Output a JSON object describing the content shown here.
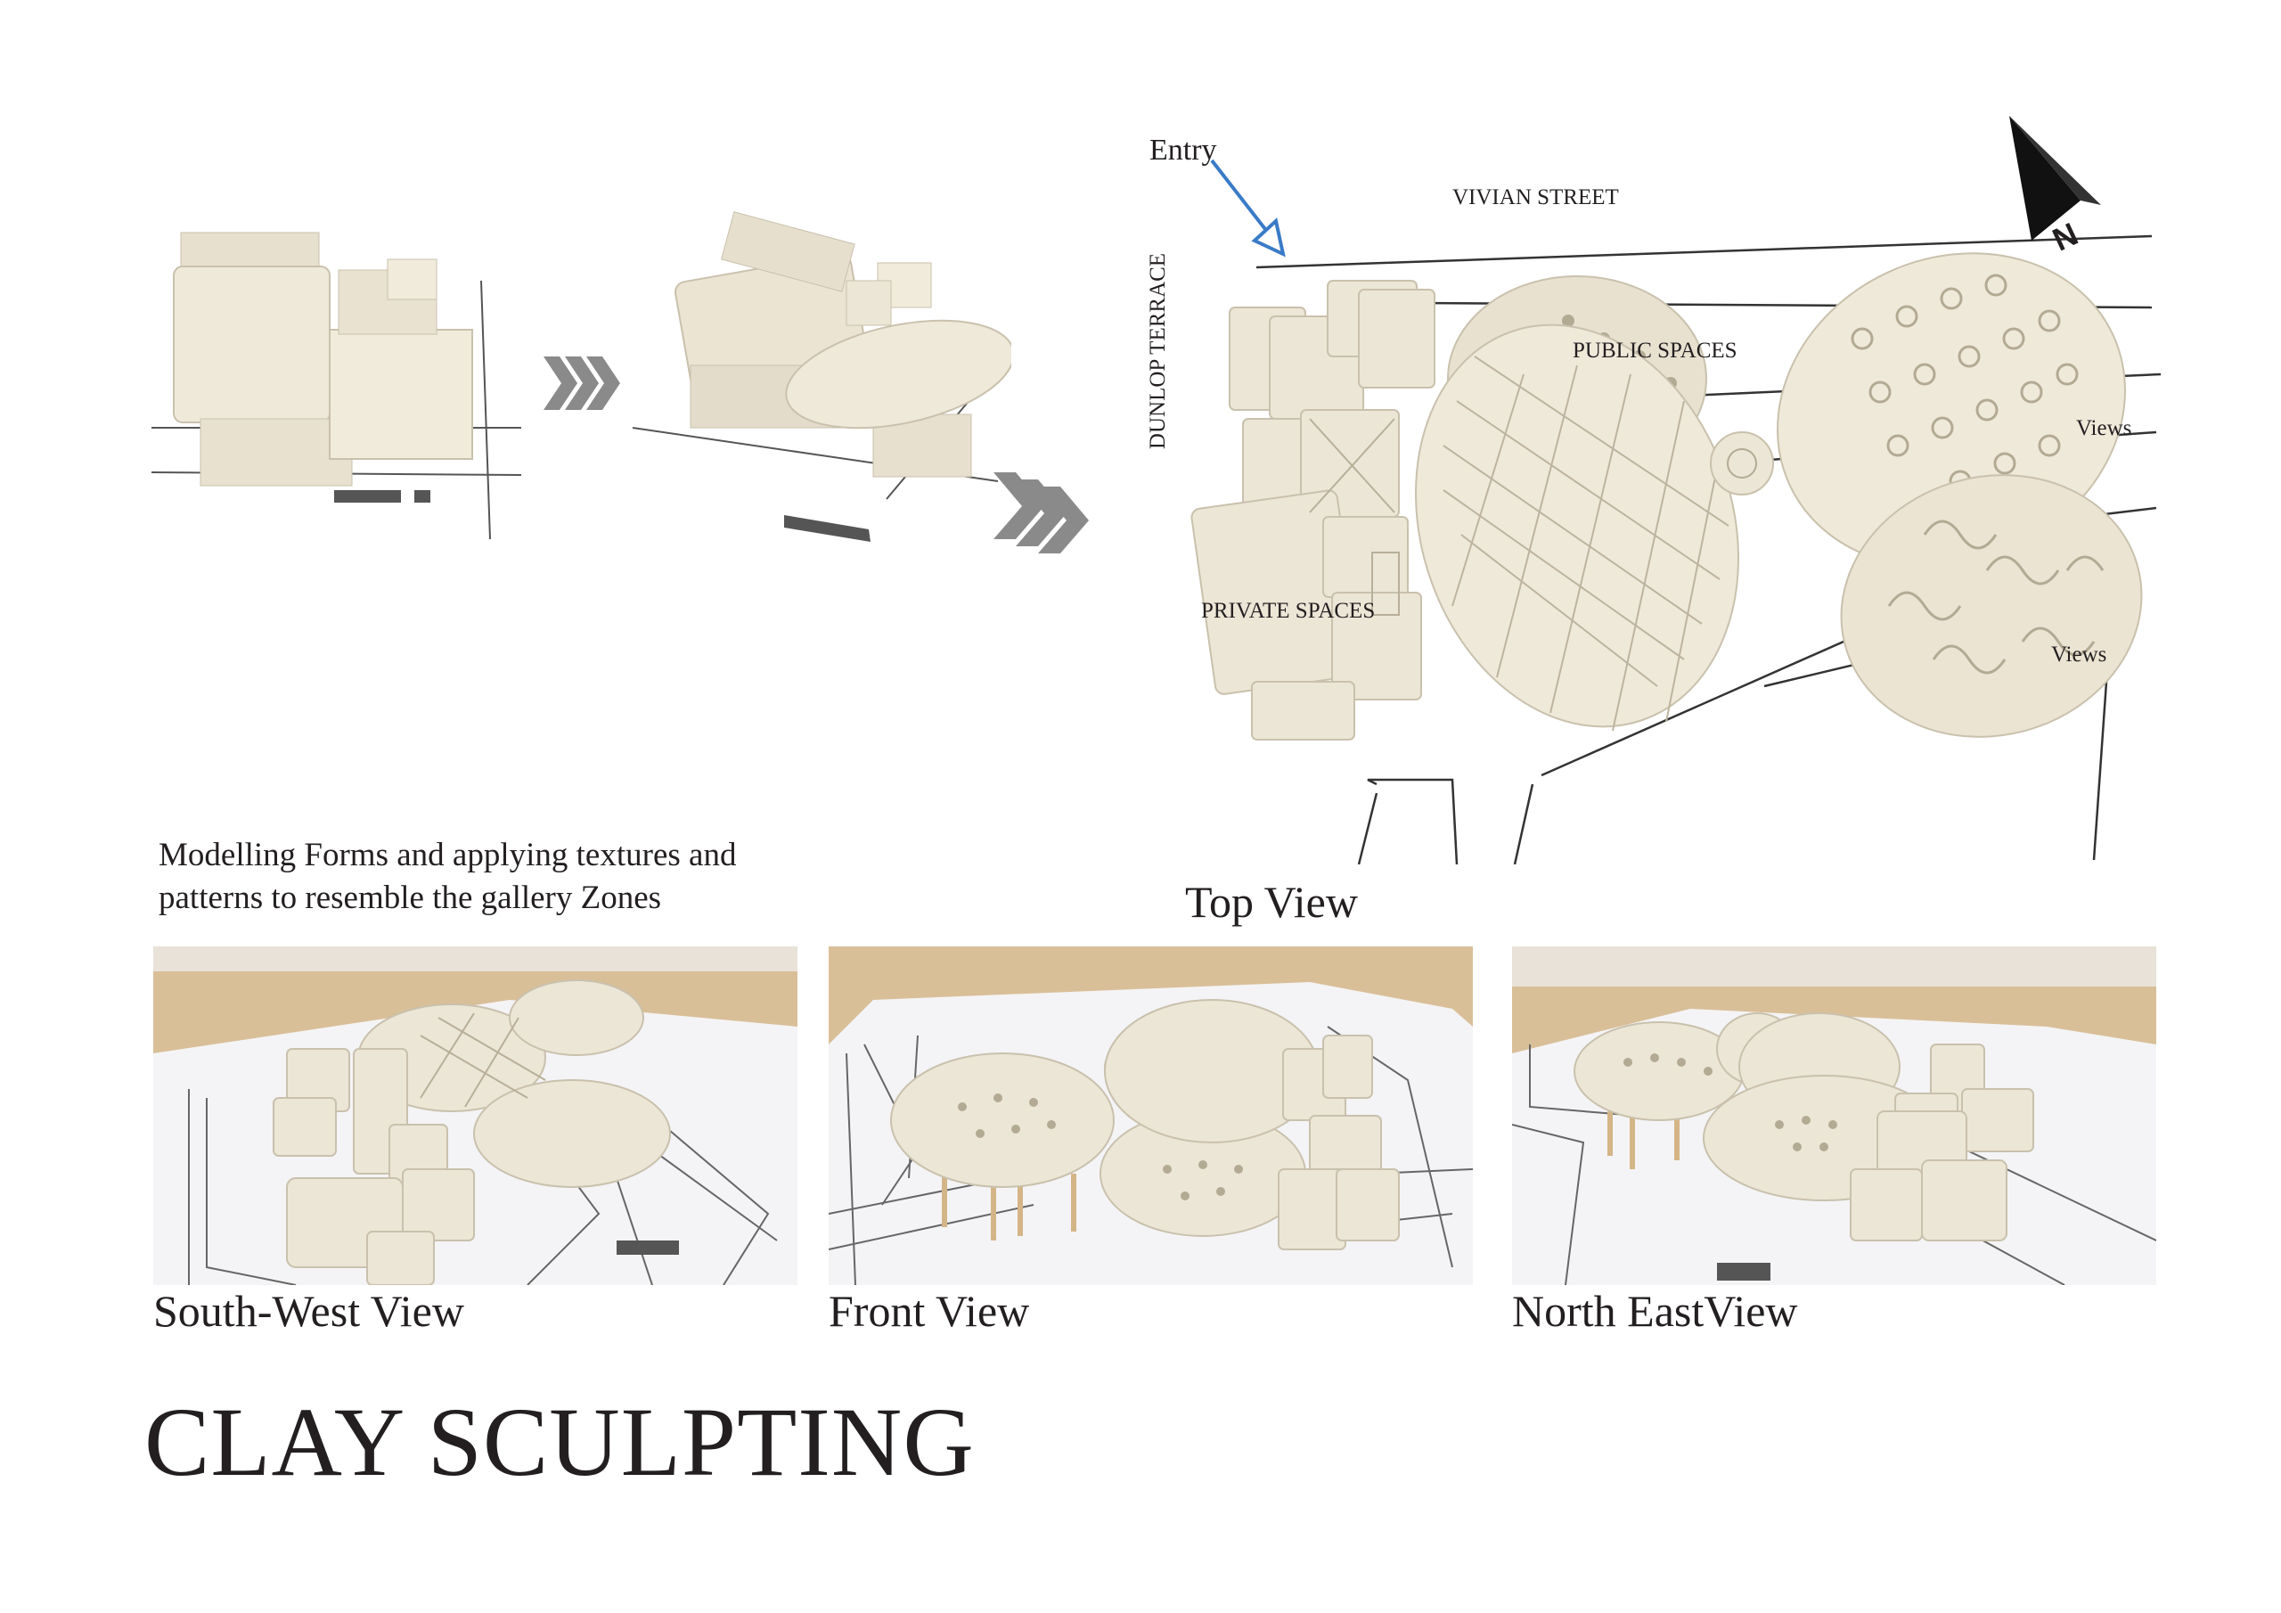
{
  "title": "CLAY SCULPTING",
  "description_line1": "Modelling Forms and applying textures and",
  "description_line2": "patterns to resemble the gallery Zones",
  "top_view": {
    "caption": "Top View",
    "entry_label": "Entry",
    "street_label": "VIVIAN STREET",
    "terrace_label": "DUNLOP TERRACE",
    "public_label": "PUBLIC SPACES",
    "private_label": "PRIVATE SPACES",
    "views_label_1": "Views",
    "views_label_2": "Views",
    "north_label": "N"
  },
  "photos": [
    {
      "caption": "South-West View"
    },
    {
      "caption": "Front View"
    },
    {
      "caption": "North EastView"
    }
  ],
  "colors": {
    "clay": "#ece6d6",
    "clay_shadow": "#c9c1ad",
    "wood": "#d9bf98",
    "paper": "#f4f4f6",
    "arrow_blue": "#3a7bc8",
    "chevron": "#8a8a8a"
  }
}
